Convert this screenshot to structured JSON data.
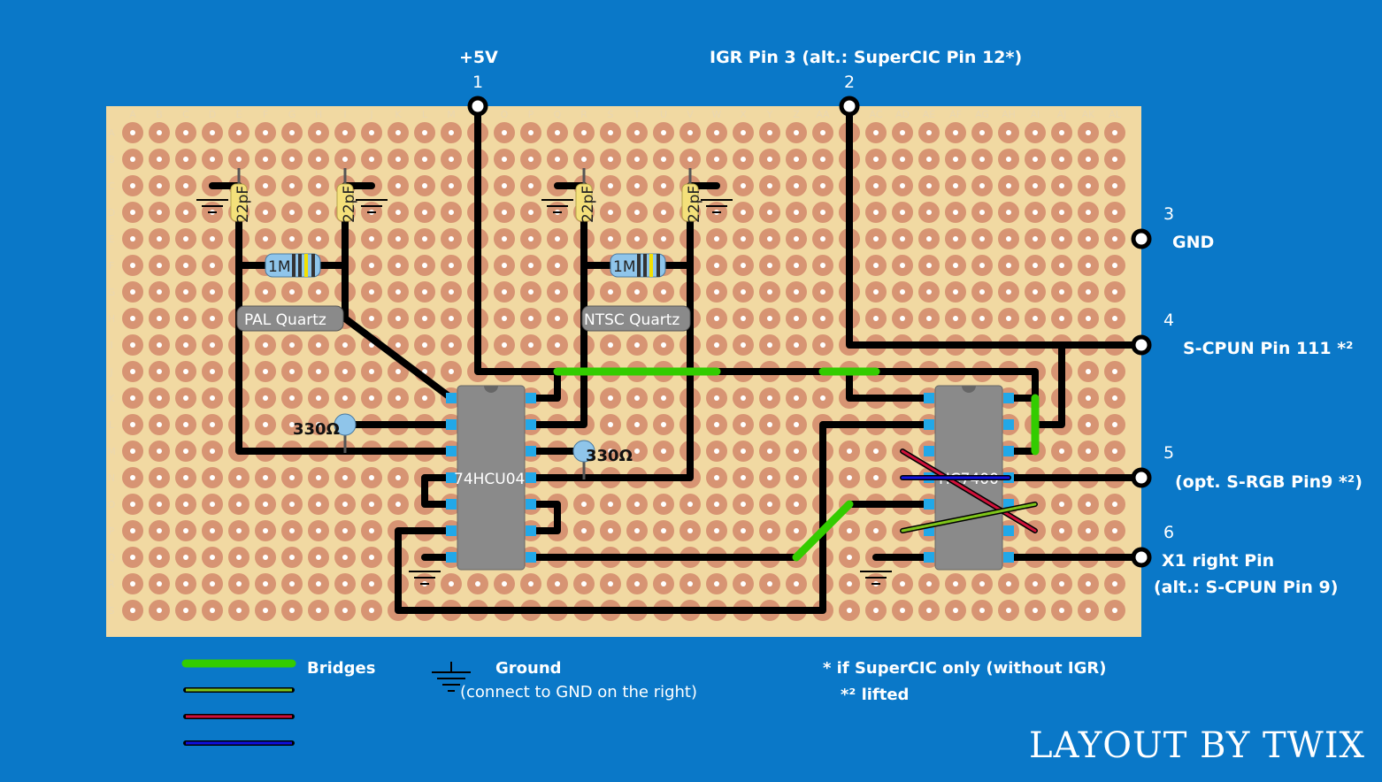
{
  "board": {
    "columns": [
      "A",
      "B",
      "C",
      "D",
      "E",
      "F",
      "G",
      "H",
      "I",
      "J",
      "K",
      "L",
      "M",
      "N",
      "O",
      "P",
      "Q",
      "R",
      "S",
      "T",
      "U",
      "V",
      "W",
      "X",
      "Y",
      "Z",
      "AA",
      "AB",
      "AC",
      "AD",
      "AE",
      "AF",
      "AG",
      "AH",
      "AI",
      "AJ",
      "AK",
      "AL"
    ],
    "rows": [
      "A",
      "B",
      "C",
      "D",
      "E",
      "F",
      "G",
      "H",
      "I",
      "J",
      "K",
      "L",
      "M",
      "N",
      "O",
      "P",
      "Q",
      "R",
      "S"
    ]
  },
  "top_labels": {
    "plus5v": "+5V",
    "pin1": "1",
    "igr": "IGR Pin 3 (alt.: SuperCIC Pin 12*)",
    "pin2": "2"
  },
  "right_labels": {
    "pin3": "3",
    "gnd": "GND",
    "pin4": "4",
    "scpun111": "S-CPUN Pin 111 *²",
    "pin5": "5",
    "srgb": "(opt. S-RGB Pin9 *²)",
    "pin6": "6",
    "x1": "X1 right Pin",
    "x1_alt": "(alt.: S-CPUN Pin 9)"
  },
  "components": {
    "cap_label": "22pF",
    "res_1m": "1M",
    "res_330": "330Ω",
    "pal_quartz": "PAL Quartz",
    "ntsc_quartz": "NTSC Quartz",
    "chip1": "74HCU04",
    "chip2": "HC7400"
  },
  "legend": {
    "bridges": "Bridges",
    "ground": "Ground",
    "ground_note": "(connect to GND on the right)",
    "note1": "* if SuperCIC only (without IGR)",
    "note2": "*² lifted"
  },
  "credit": "LAYOUT BY TWIX",
  "colors": {
    "background": "#0a78c8",
    "board": "#f1d9a2",
    "pad": "#d79473",
    "wire": "#000000",
    "bridge": "#33cc00",
    "wire_green": "#7ec41a",
    "wire_red": "#d0103a",
    "wire_blue": "#1010e0",
    "chip": "#8a8a8a",
    "chip_pin": "#22a8e8"
  }
}
